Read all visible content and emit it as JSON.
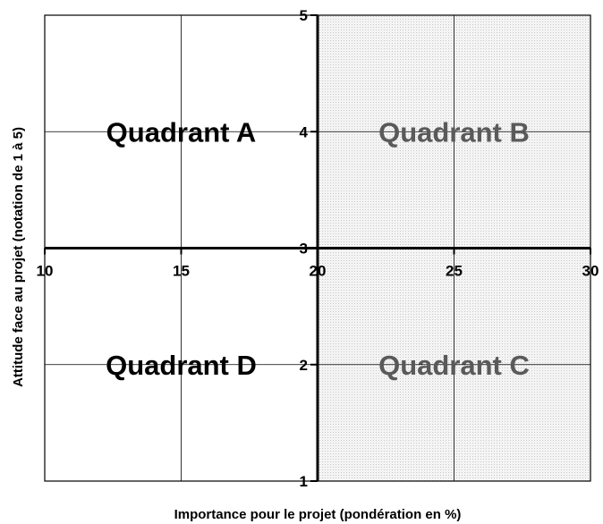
{
  "chart_data": {
    "type": "scatter",
    "xlabel": "Importance pour le projet (pondération en %)",
    "ylabel": "Attitude face au projet  (notation de 1 à 5)",
    "xlim": [
      10,
      30
    ],
    "ylim": [
      1,
      5
    ],
    "x_ticks": [
      10,
      15,
      20,
      25,
      30
    ],
    "y_ticks": [
      1,
      2,
      3,
      4,
      5
    ],
    "x_tick_labels": [
      "10",
      "15",
      "20",
      "25",
      "30"
    ],
    "y_tick_labels": [
      "1",
      "2",
      "3",
      "4",
      "5"
    ],
    "grid": true,
    "x_axis_crosses_at": 3,
    "y_axis_crosses_at": 20,
    "shaded_region": {
      "x": [
        20,
        30
      ],
      "y": [
        1,
        5
      ],
      "color": "#ebebeb"
    },
    "quadrants": [
      {
        "label": "Quadrant A",
        "x": 15,
        "y": 4,
        "color": "#000000"
      },
      {
        "label": "Quadrant B",
        "x": 25,
        "y": 4,
        "color": "#5a5a5a"
      },
      {
        "label": "Quadrant C",
        "x": 25,
        "y": 2,
        "color": "#5a5a5a"
      },
      {
        "label": "Quadrant D",
        "x": 15,
        "y": 2,
        "color": "#000000"
      }
    ],
    "series": []
  }
}
